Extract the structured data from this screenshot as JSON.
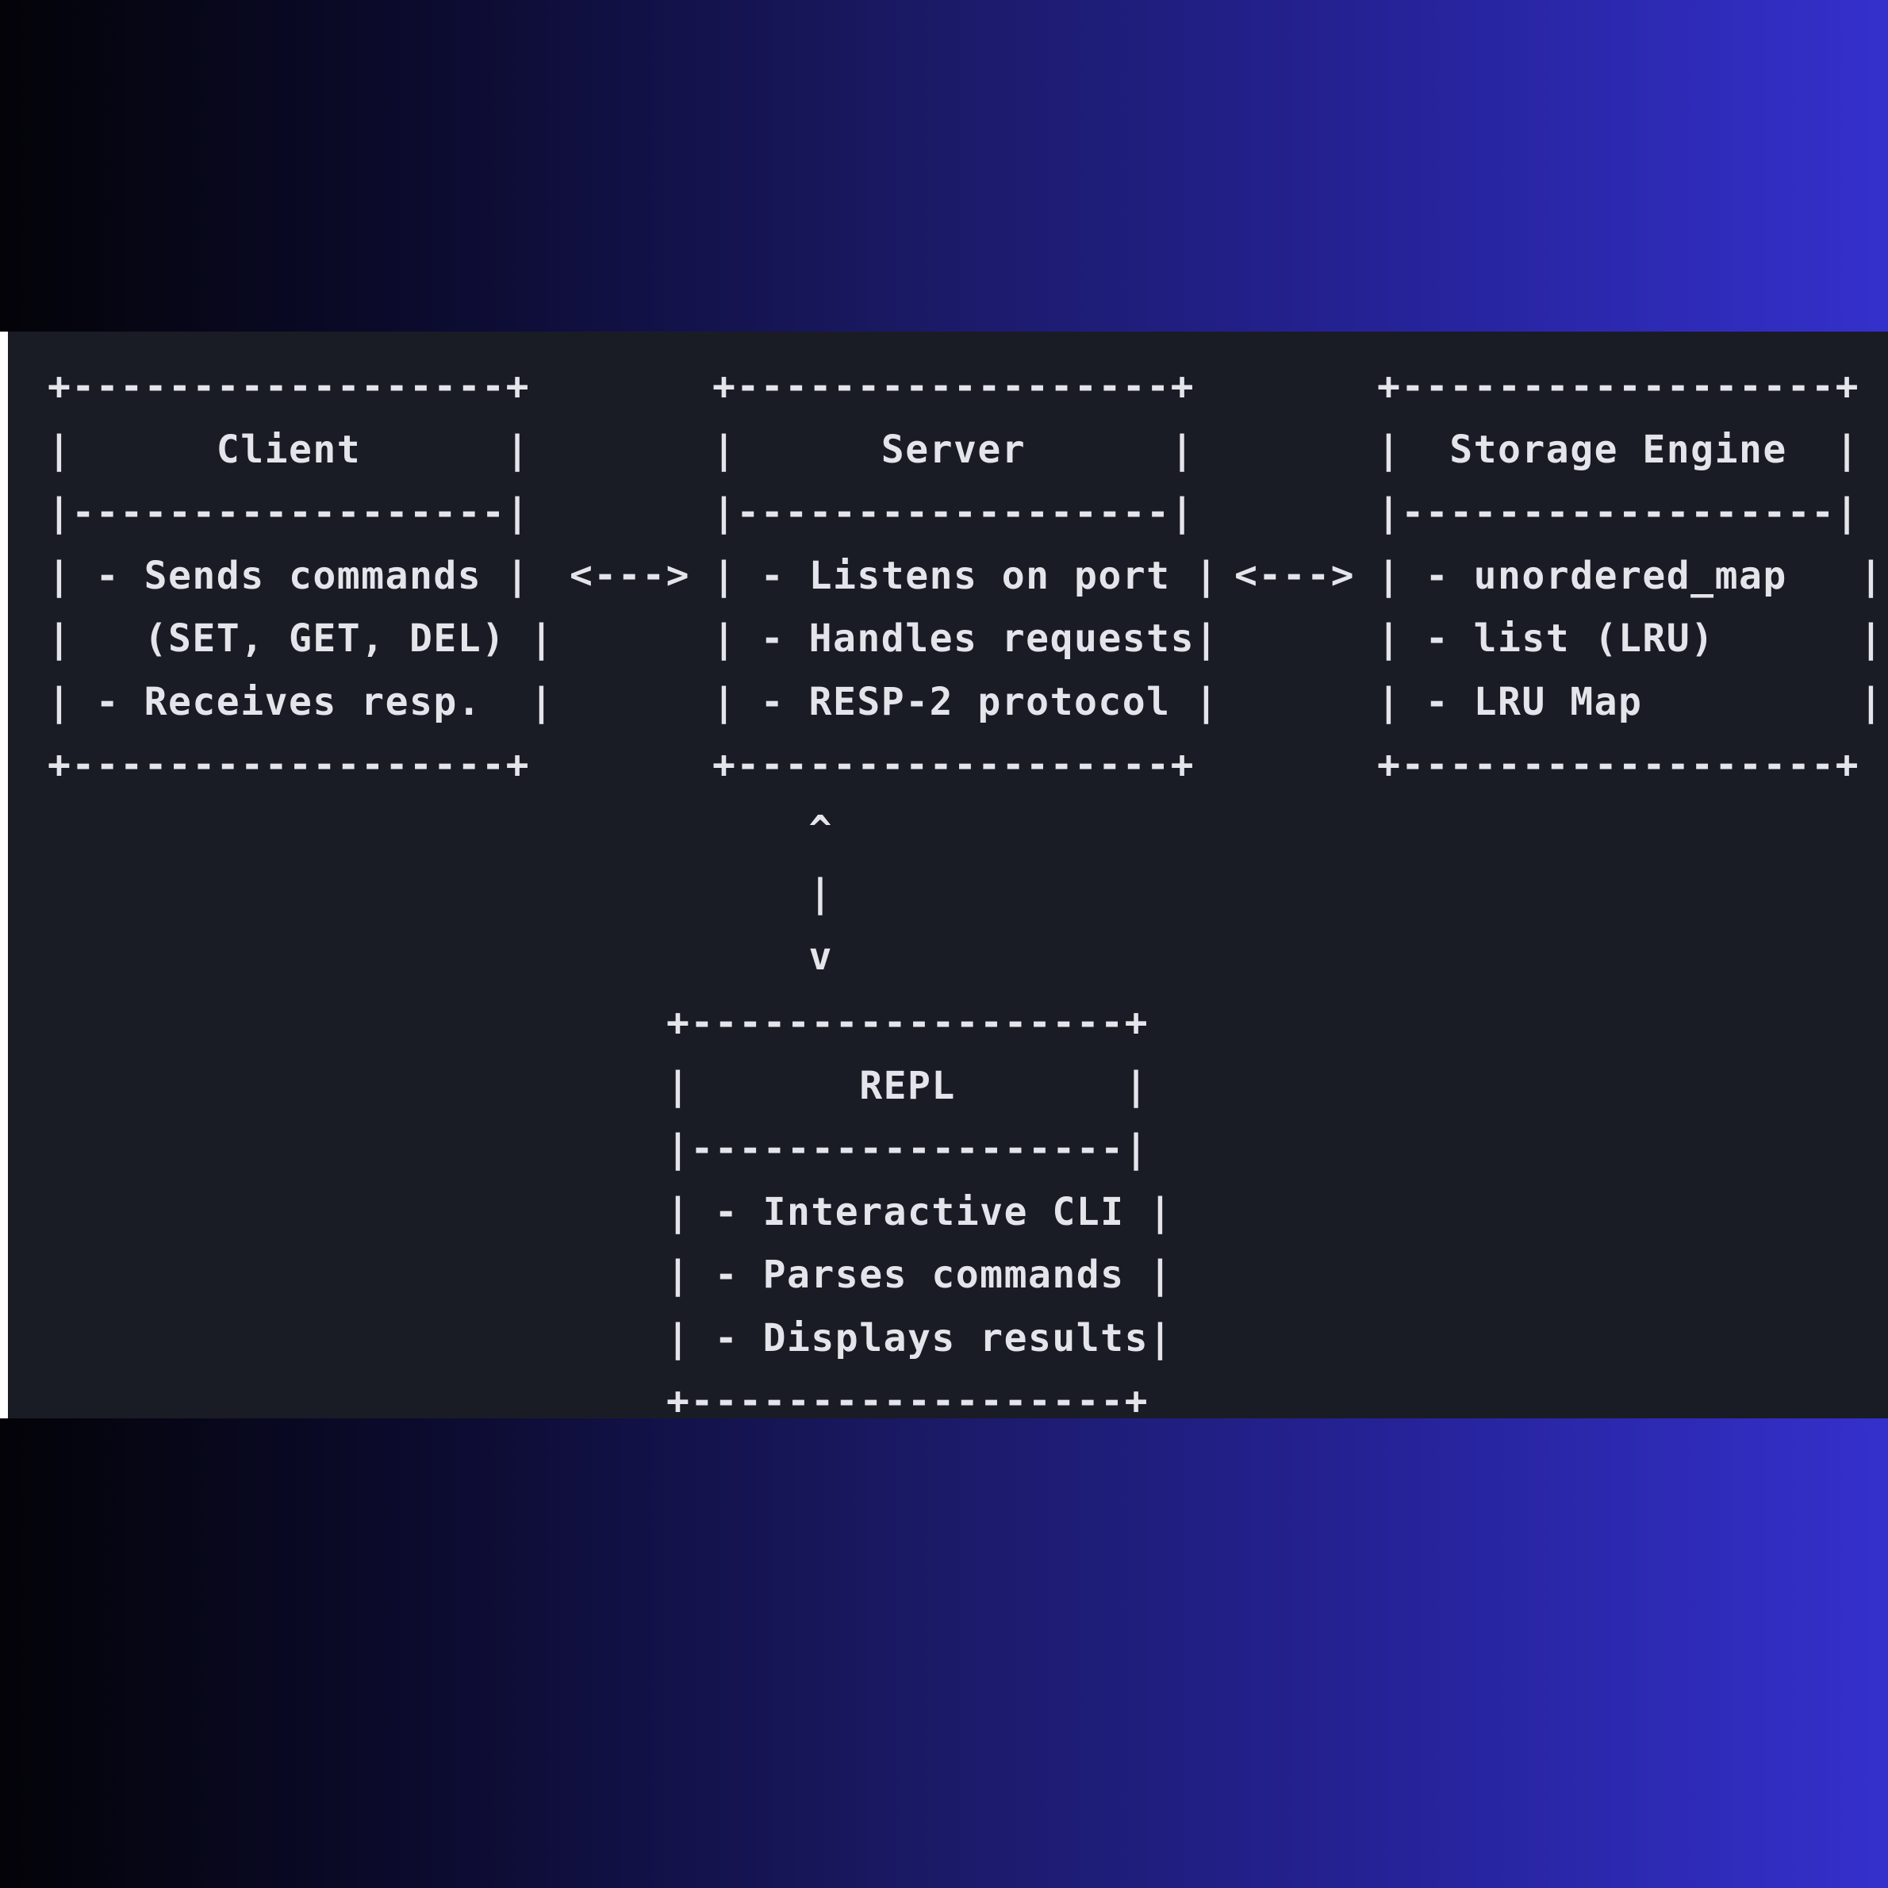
{
  "diagram": {
    "boxes": [
      {
        "id": "client",
        "lines": [
          "+------------------+",
          "|      Client      |",
          "|------------------|",
          "| - Sends commands |",
          "|   (SET, GET, DEL) |",
          "| - Receives resp.  |",
          "+------------------+"
        ]
      },
      {
        "id": "server",
        "lines": [
          "+------------------+",
          "|      Server      |",
          "|------------------|",
          "| - Listens on port |",
          "| - Handles requests|",
          "| - RESP-2 protocol |",
          "+------------------+"
        ]
      },
      {
        "id": "storage",
        "lines": [
          "+------------------+",
          "|  Storage Engine  |",
          "|------------------|",
          "| - unordered_map   |",
          "| - list (LRU)      |",
          "| - LRU Map         |",
          "+------------------+"
        ]
      },
      {
        "id": "repl",
        "lines": [
          "+------------------+",
          "|       REPL       |",
          "|------------------|",
          "| - Interactive CLI |",
          "| - Parses commands |",
          "| - Displays results|",
          "+------------------+"
        ]
      }
    ],
    "arrows": {
      "client_server": "<--->",
      "server_storage": "<--->",
      "vertical": [
        "^",
        "|",
        "v"
      ]
    }
  }
}
